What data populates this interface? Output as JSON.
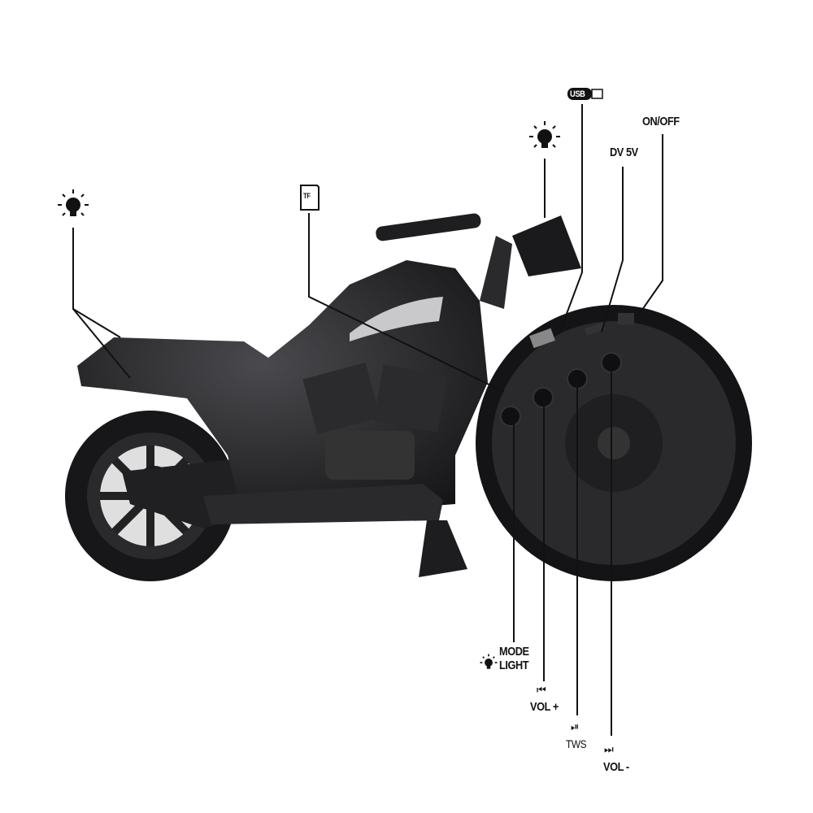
{
  "labels": {
    "usb": "USB",
    "on_off": "ON/OFF",
    "dv5v": "DV 5V",
    "tf": "TF",
    "mode": "MODE",
    "light": "LIGHT",
    "vol_plus": "VOL +",
    "tws": "TWS",
    "vol_minus": "VOL -"
  },
  "icons": {
    "rear_light": "lightbulb-icon",
    "front_light": "lightbulb-icon",
    "tf_card": "sd-card-icon",
    "usb": "usb-stick-icon",
    "mode": "lightbulb-icon",
    "vol_plus": "previous-track-icon",
    "tws": "play-pause-icon",
    "vol_minus": "next-track-icon"
  },
  "colors": {
    "product": "#1c1c1e",
    "line": "#111111"
  }
}
